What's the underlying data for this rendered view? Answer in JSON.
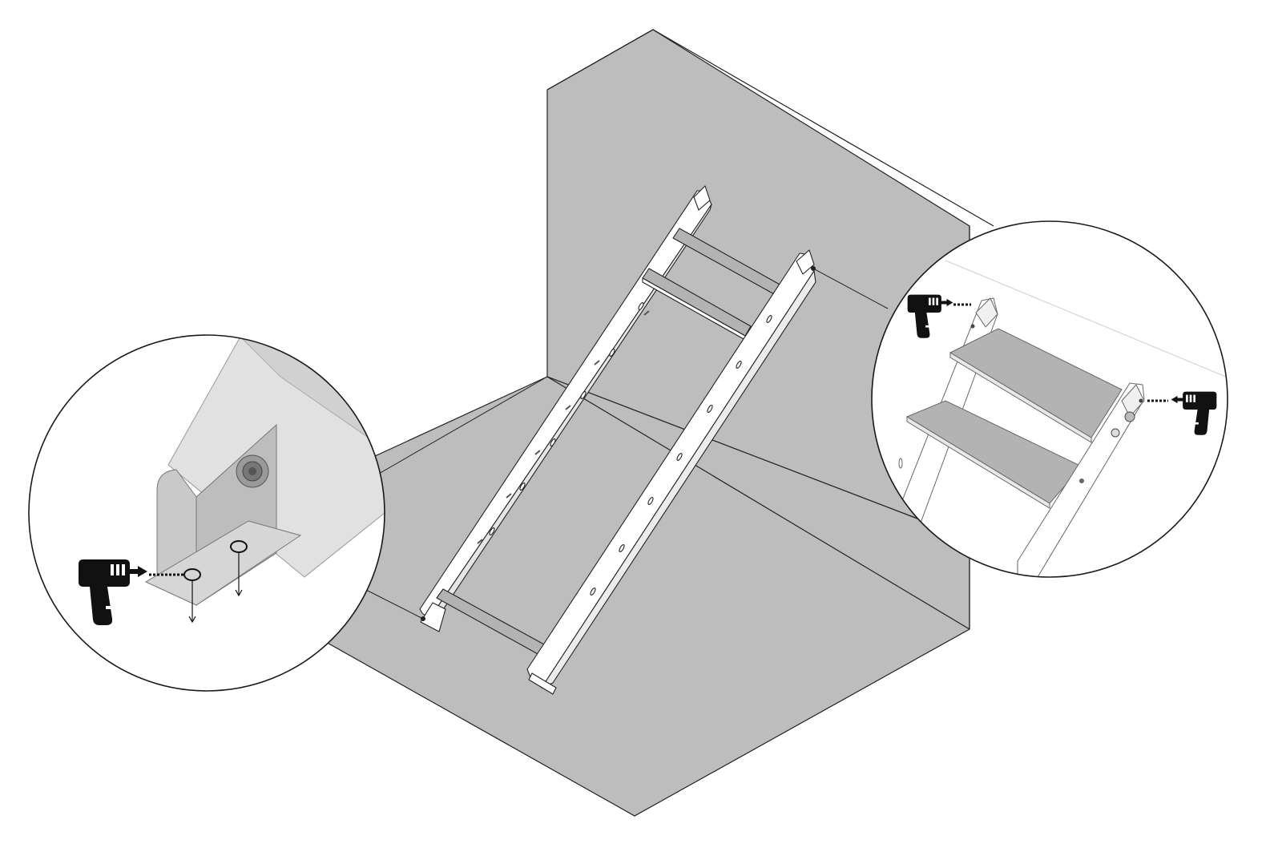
{
  "colors": {
    "background": "#ffffff",
    "wall_face": "#bdbdbd",
    "floor": "#bdbdbd",
    "edge": "#222222",
    "stair_frame": "#ffffff",
    "tread": "#b3b3b3",
    "callout_border": "#1a1a1a",
    "drill": "#111111",
    "translucent_part": "#d9d9d9"
  },
  "diagram": {
    "scene": "stair-installation-isometric",
    "callouts": [
      {
        "id": "left-detail",
        "depicts": "bottom-bracket-anchoring",
        "tool": "drill-icon",
        "drill_holes": 2
      },
      {
        "id": "right-detail",
        "depicts": "top-stringer-wall-fixing",
        "tool": "drill-icon",
        "drill_count": 2
      }
    ]
  }
}
